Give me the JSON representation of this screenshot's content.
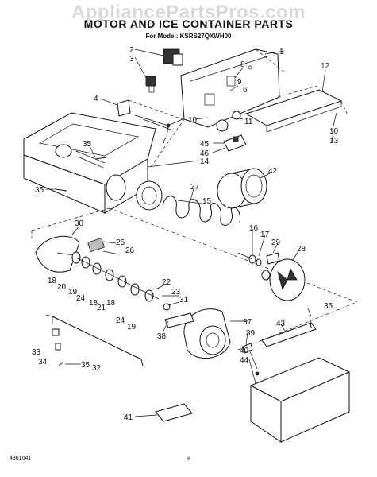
{
  "watermark": "AppliancePartsPros.com",
  "title": "MOTOR AND ICE CONTAINER PARTS",
  "model_line": "For Model: KSRS27QXWH00",
  "footer": {
    "doc_number": "4361041",
    "page_letter": "a"
  },
  "callouts": {
    "c1": "1",
    "c2": "2",
    "c3": "3",
    "c4": "4",
    "c6": "6",
    "c7": "7",
    "c8": "8",
    "c9": "9",
    "c10a": "10",
    "c10b": "10",
    "c11": "11",
    "c12": "12",
    "c13": "13",
    "c14": "14",
    "c15": "15",
    "c16": "16",
    "c17": "17",
    "c18a": "18",
    "c18b": "18",
    "c19a": "19",
    "c19b": "19",
    "c20": "20",
    "c21": "21",
    "c22": "22",
    "c23": "23",
    "c24a": "24",
    "c24b": "24",
    "c25": "25",
    "c26": "26",
    "c27": "27",
    "c28": "28",
    "c29": "29",
    "c30": "30",
    "c31": "31",
    "c32": "32",
    "c33": "33",
    "c34": "34",
    "c35a": "35",
    "c35b": "35",
    "c35c": "35",
    "c35d": "35",
    "c37": "37",
    "c38": "38",
    "c39": "39",
    "c40": "40",
    "c41": "41",
    "c42": "42",
    "c43": "43",
    "c44": "44",
    "c45": "45",
    "c46": "46"
  }
}
